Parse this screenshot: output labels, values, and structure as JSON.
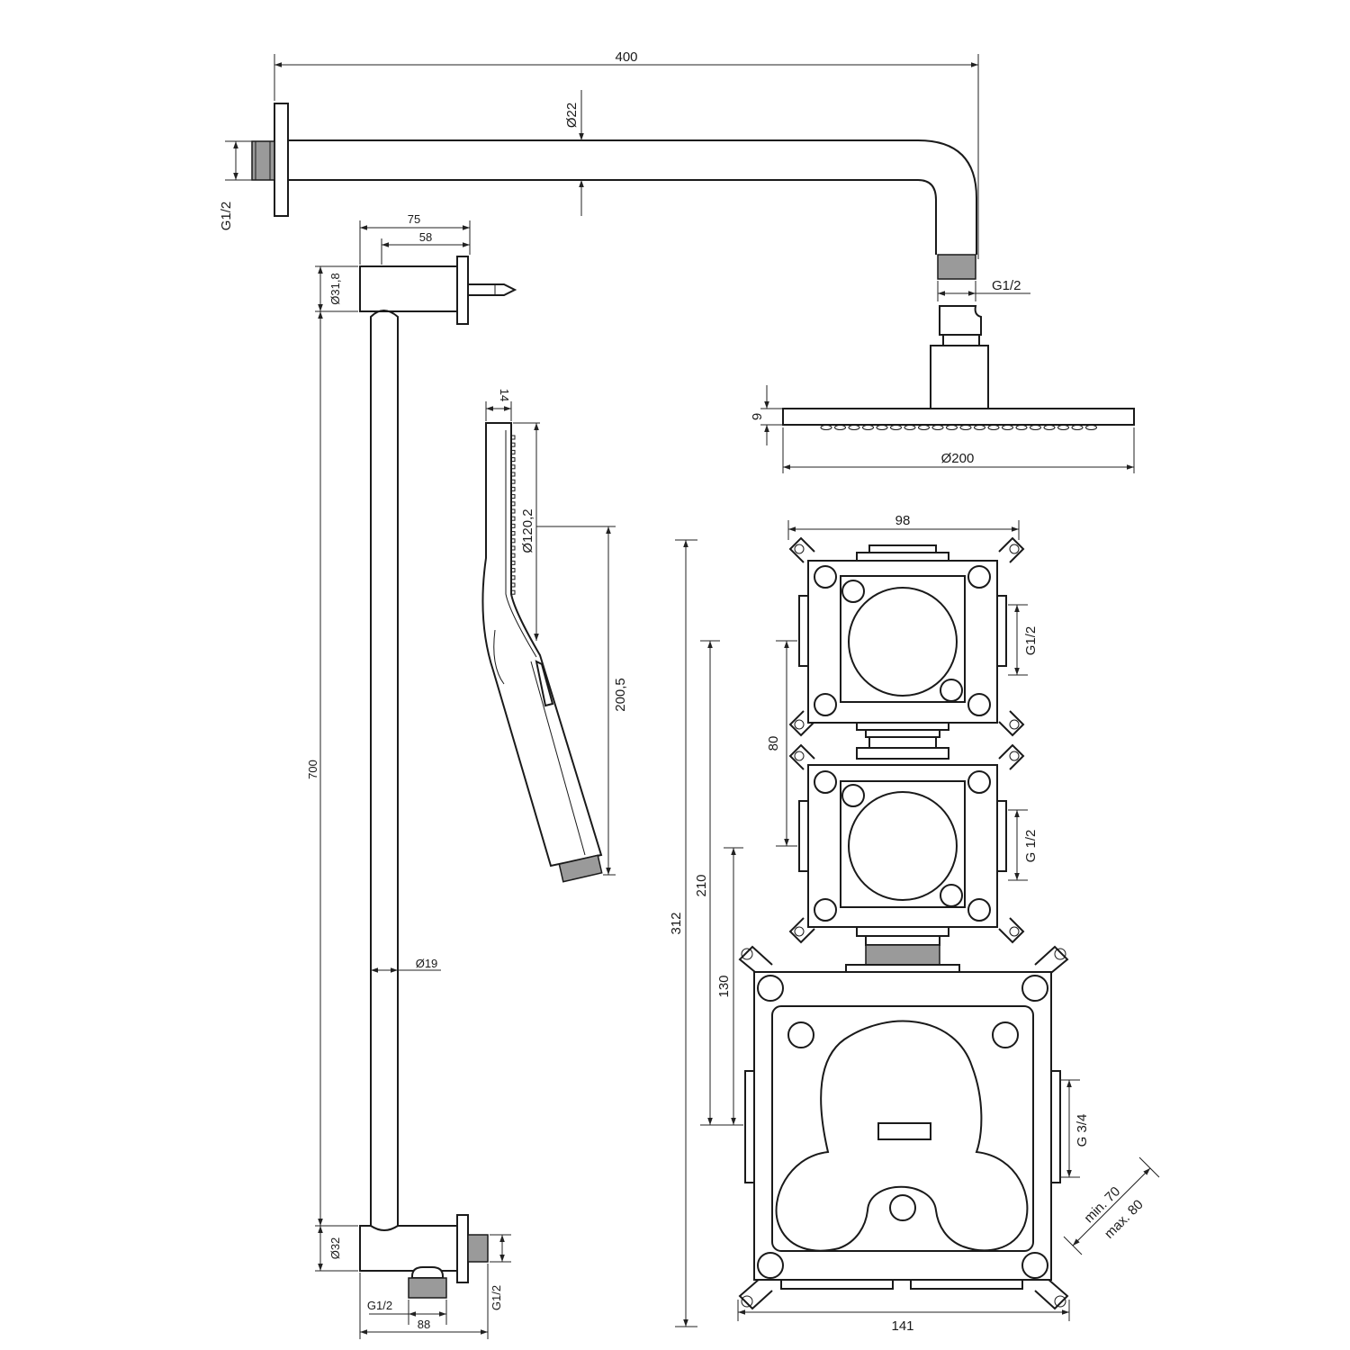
{
  "dimensions": {
    "arm_length": "400",
    "arm_diameter": "Ø22",
    "arm_wall_thread": "G1/2",
    "arm_outlet_thread": "G1/2",
    "head_thickness": "9",
    "head_diameter": "Ø200",
    "bracket_depth_outer": "75",
    "bracket_depth_inner": "58",
    "rail_top_diameter": "Ø31,8",
    "rail_length": "700",
    "rail_diameter": "Ø19",
    "rail_bottom_diameter": "Ø32",
    "outlet_thread_bottom": "G1/2",
    "outlet_thread_side": "G1/2",
    "outlet_depth": "88",
    "hand_thickness": "14",
    "hand_face_diameter": "Ø120,2",
    "hand_length": "200,5",
    "box_height_total": "312",
    "box_height_upper": "210",
    "box_height_lower": "130",
    "valve_spacing": "80",
    "valve_width": "98",
    "valve1_thread": "G1/2",
    "valve2_thread": "G 1/2",
    "mixer_thread": "G 3/4",
    "mixer_width": "141",
    "install_depth_min": "min. 70",
    "install_depth_max": "max. 80"
  }
}
